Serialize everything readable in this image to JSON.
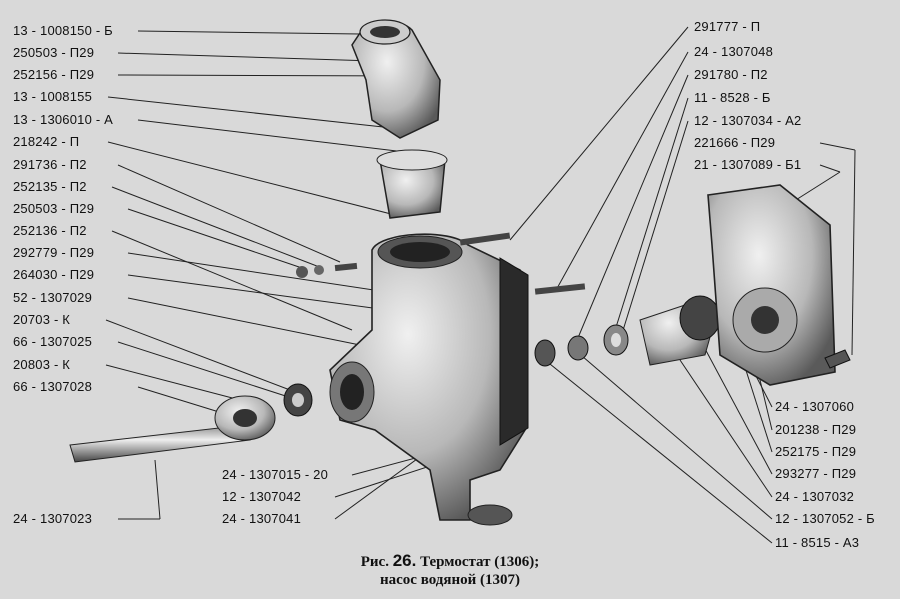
{
  "figure": {
    "labels_left": [
      "13 - 1008150 - Б",
      "250503 - П29",
      "252156 - П29",
      "13 - 1008155",
      "13 - 1306010 - А",
      "218242 - П",
      "291736 - П2",
      "252135 - П2",
      "250503 - П29",
      "252136 - П2",
      "292779 - П29",
      "264030 - П29",
      "52 - 1307029",
      "20703 - К",
      "66 - 1307025",
      "20803 - К",
      "66 - 1307028"
    ],
    "labels_right": [
      "291777 - П",
      "24 - 1307048",
      "291780 - П2",
      "11 - 8528 - Б",
      "12 - 1307034 - А2",
      "221666 - П29",
      "21 - 1307089 - Б1"
    ],
    "labels_bottom_right": [
      "24 - 1307060",
      "201238 - П29",
      "252175 - П29",
      "293277 - П29",
      "24 - 1307032",
      "12 - 1307052 - Б",
      "11 - 8515 - А3"
    ],
    "labels_bottom_center": [
      "24 - 1307015 - 20",
      "12 - 1307042",
      "24 - 1307041"
    ],
    "label_shaft": "24 - 1307023",
    "caption_prefix": "Рис.",
    "caption_number": "26.",
    "caption_line1": "Термостат (1306);",
    "caption_line2": "насос водяной (1307)"
  }
}
